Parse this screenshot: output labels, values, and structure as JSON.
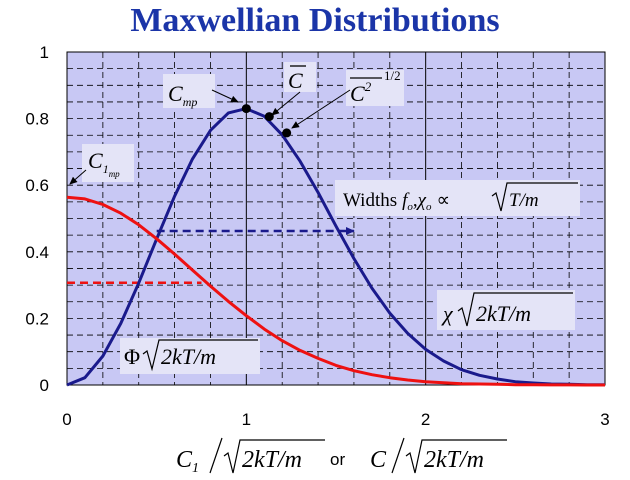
{
  "chart_data": {
    "type": "line",
    "title": "Maxwellian Distributions",
    "xlabel_left": "C₁/√(2kT/m)",
    "xlabel_sep": "or",
    "xlabel_right": "C/√(2kT/m)",
    "xlim": [
      0,
      3
    ],
    "ylim": [
      0,
      1
    ],
    "x_ticks": [
      "0",
      "1",
      "2",
      "3"
    ],
    "y_ticks": [
      "0",
      "0.2",
      "0.4",
      "0.6",
      "0.8",
      "1"
    ],
    "grid": true,
    "plot_background": "#c8c8f4",
    "series": [
      {
        "name": "χ√(2kT/m)",
        "color": "#1a1a8c",
        "x": [
          0,
          0.1,
          0.2,
          0.3,
          0.4,
          0.5,
          0.6,
          0.7,
          0.8,
          0.9,
          1.0,
          1.1,
          1.2,
          1.3,
          1.4,
          1.5,
          1.6,
          1.7,
          1.8,
          1.9,
          2.0,
          2.1,
          2.2,
          2.3,
          2.4,
          2.5,
          2.6,
          2.7,
          2.8,
          2.9,
          3.0
        ],
        "y": [
          0,
          0.022,
          0.087,
          0.185,
          0.306,
          0.439,
          0.567,
          0.679,
          0.765,
          0.817,
          0.83,
          0.807,
          0.751,
          0.672,
          0.578,
          0.477,
          0.38,
          0.291,
          0.216,
          0.155,
          0.107,
          0.072,
          0.046,
          0.029,
          0.018,
          0.01,
          0.006,
          0.003,
          0.002,
          0.001,
          0.0005
        ]
      },
      {
        "name": "Φ√(2kT/m)",
        "color": "#ee1111",
        "x": [
          0,
          0.1,
          0.2,
          0.3,
          0.4,
          0.5,
          0.6,
          0.7,
          0.8,
          0.9,
          1.0,
          1.1,
          1.2,
          1.3,
          1.4,
          1.5,
          1.6,
          1.7,
          1.8,
          1.9,
          2.0,
          2.1,
          2.2,
          2.3,
          2.4,
          2.5,
          2.6,
          2.7,
          2.8,
          2.9,
          3.0
        ],
        "y": [
          0.564,
          0.559,
          0.542,
          0.516,
          0.481,
          0.439,
          0.393,
          0.345,
          0.297,
          0.251,
          0.208,
          0.168,
          0.133,
          0.104,
          0.08,
          0.059,
          0.043,
          0.031,
          0.022,
          0.015,
          0.01,
          0.007,
          0.004,
          0.003,
          0.002,
          0.001,
          0.001,
          0.0004,
          0.0002,
          0.0001,
          0.0001
        ]
      }
    ],
    "markers": [
      {
        "x": 1.0,
        "y": 0.83,
        "label": "C_mp"
      },
      {
        "x": 1.128,
        "y": 0.806,
        "label": "C̄"
      },
      {
        "x": 1.225,
        "y": 0.757,
        "label": "(C²)^1/2"
      }
    ],
    "dashed_lines": [
      {
        "color": "#1a1a8c",
        "x1": 0.5,
        "x2": 1.6,
        "y": 0.4625,
        "arrow": true
      },
      {
        "color": "#ee1111",
        "x1": 0.0,
        "x2": 0.75,
        "y": 0.307
      }
    ],
    "annotations": {
      "cmp_main": "C",
      "cmp_sub": "mp",
      "cbar": "C",
      "crms_main": "C",
      "crms_sup2": "2",
      "crms_sup": "1/2",
      "c1mp_main": "C",
      "c1mp_sub1": "1",
      "c1mp_sub2": "mp",
      "widths_text": "Widths",
      "widths_f": "f",
      "widths_sep": ",",
      "widths_chi": "χ",
      "widths_sub": "o",
      "widths_prop": "∝",
      "widths_sqrt": "T/m",
      "chi_label_sym": "χ",
      "chi_label_sqrt": "2kT/m",
      "phi_label_sym": "Φ",
      "phi_label_sqrt": "2kT/m"
    }
  }
}
